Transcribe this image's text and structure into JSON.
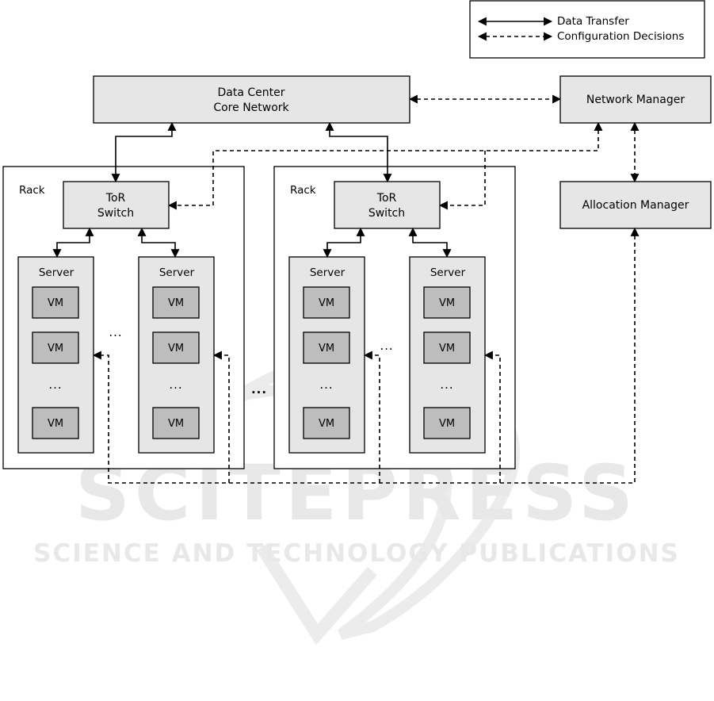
{
  "legend": {
    "data_transfer": "Data Transfer",
    "configuration_decisions": "Configuration Decisions"
  },
  "core_network": {
    "line1": "Data Center",
    "line2": "Core Network"
  },
  "network_manager": "Network Manager",
  "allocation_manager": "Allocation Manager",
  "racks": [
    {
      "label": "Rack",
      "tor": {
        "line1": "ToR",
        "line2": "Switch"
      },
      "servers": [
        {
          "label": "Server",
          "vms": [
            "VM",
            "VM",
            "VM"
          ],
          "ellipsis": "..."
        },
        {
          "label": "Server",
          "vms": [
            "VM",
            "VM",
            "VM"
          ],
          "ellipsis": "..."
        }
      ],
      "between_servers": "..."
    },
    {
      "label": "Rack",
      "tor": {
        "line1": "ToR",
        "line2": "Switch"
      },
      "servers": [
        {
          "label": "Server",
          "vms": [
            "VM",
            "VM",
            "VM"
          ],
          "ellipsis": "..."
        },
        {
          "label": "Server",
          "vms": [
            "VM",
            "VM",
            "VM"
          ],
          "ellipsis": "..."
        }
      ],
      "between_servers": "..."
    }
  ],
  "between_racks": "...",
  "watermark": {
    "title": "SCITEPRESS",
    "subtitle": "SCIENCE AND TECHNOLOGY PUBLICATIONS"
  },
  "colors": {
    "box_fill": "#e6e6e6",
    "vm_fill": "#bdbdbd",
    "stroke": "#000000",
    "watermark": "#e9e9e9"
  }
}
